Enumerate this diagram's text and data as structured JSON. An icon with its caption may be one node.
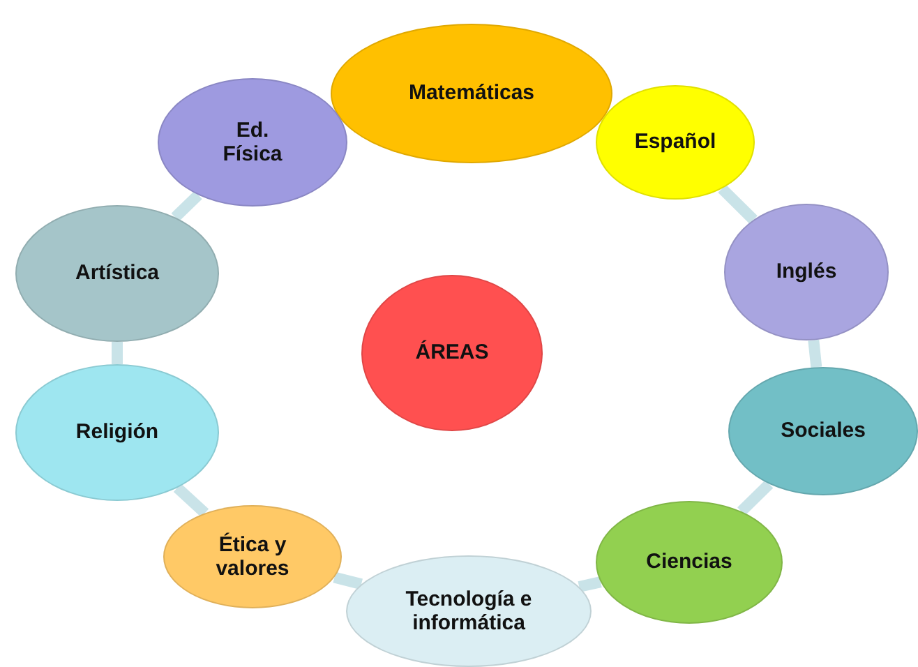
{
  "diagram": {
    "nodes": [
      {
        "text": [
          "Matemáticas"
        ]
      },
      {
        "text": [
          "Español"
        ]
      },
      {
        "text": [
          "Inglés"
        ]
      },
      {
        "text": [
          "Sociales"
        ]
      },
      {
        "text": [
          "Ciencias"
        ]
      },
      {
        "text": [
          "Tecnología e informática"
        ]
      },
      {
        "text": [
          "Ética y valores"
        ]
      },
      {
        "text": [
          "Religión"
        ]
      },
      {
        "text": [
          "Artística"
        ]
      },
      {
        "text": [
          "Ed. Física"
        ]
      },
      {
        "text": [
          "ÁREAS"
        ]
      }
    ],
    "edges": [
      {
        "from": 1,
        "to": 2,
        "arrow": "none"
      },
      {
        "from": 2,
        "to": 3,
        "arrow": "none"
      },
      {
        "from": 3,
        "to": 4,
        "arrow": "none"
      },
      {
        "from": 4,
        "to": 5,
        "arrow": "none"
      },
      {
        "from": 5,
        "to": 6,
        "arrow": "none"
      },
      {
        "from": 6,
        "to": 7,
        "arrow": "none"
      },
      {
        "from": 7,
        "to": 8,
        "arrow": "none"
      },
      {
        "from": 8,
        "to": 9,
        "arrow": "none"
      }
    ]
  }
}
